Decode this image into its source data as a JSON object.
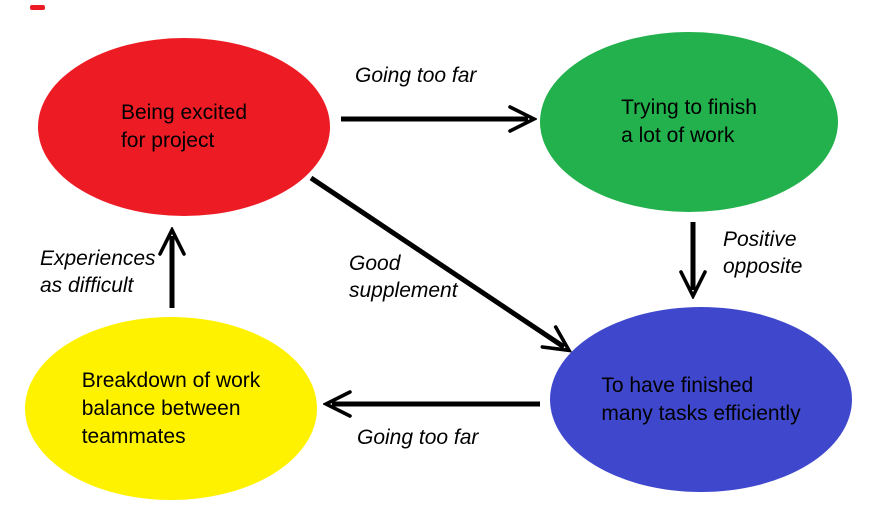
{
  "diagram": {
    "background": "#ffffff",
    "colors": {
      "red": "#ED1C24",
      "green": "#22B14C",
      "blue": "#3F48CC",
      "yellow": "#FFF200",
      "arrow": "#000000",
      "text": "#000000"
    },
    "nodes": {
      "excited": {
        "text": "Being excited\nfor project",
        "color": "#ED1C24"
      },
      "trying": {
        "text": "Trying to finish\na lot of work",
        "color": "#22B14C"
      },
      "finished": {
        "text": "To have finished\nmany tasks efficiently",
        "color": "#3F48CC"
      },
      "breakdown": {
        "text": "Breakdown of work\nbalance between\nteammates",
        "color": "#FFF200"
      }
    },
    "edges": {
      "excited_to_trying": {
        "label": "Going too far"
      },
      "trying_to_finished": {
        "label": "Positive\nopposite"
      },
      "excited_to_finished": {
        "label": "Good\nsupplement"
      },
      "finished_to_breakdown": {
        "label": "Going too far"
      },
      "breakdown_to_excited": {
        "label": "Experiences\nas difficult"
      }
    }
  }
}
